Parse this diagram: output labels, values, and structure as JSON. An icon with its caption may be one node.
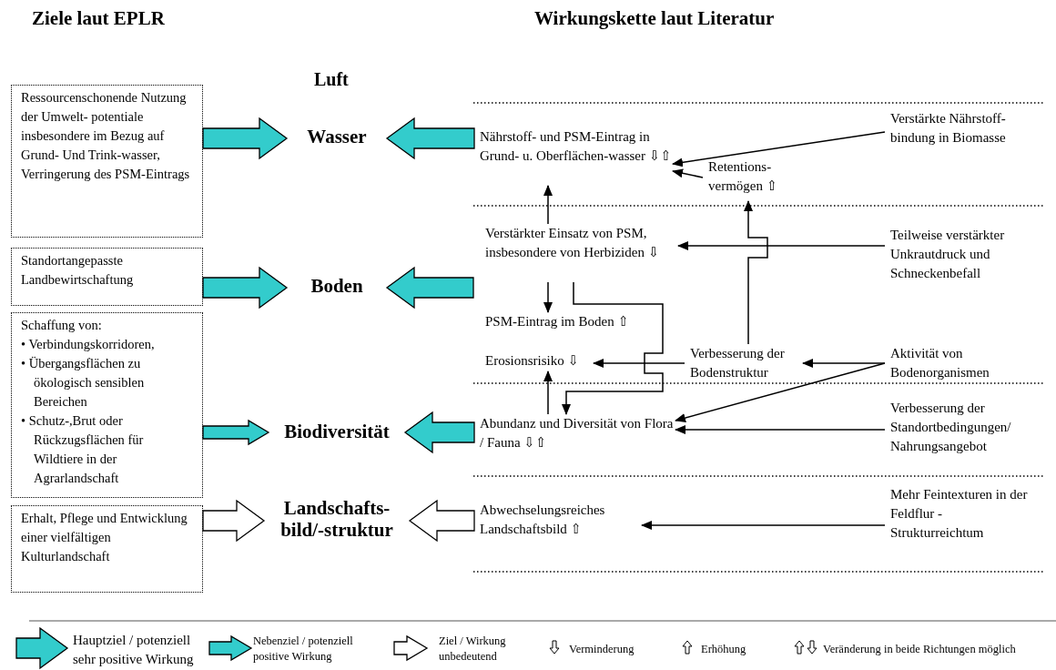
{
  "diagram": {
    "nodes": [
      {
        "text": [
          "Ressourcenschonende Nutzung der Umwelt- potentiale insbesondere im Bezug auf Grund- Und Trink-wasser, Verringerung des PSM-Eintrags"
        ]
      },
      {
        "text": [
          "Standortangepasste Landbewirtschaftung"
        ]
      },
      {
        "text": [
          "Schaffung von:",
          "• Verbindungskorridoren,",
          "• Übergangsflächen zu ökologisch sensiblen Bereichen",
          "• Schutz-,Brut oder Rückzugsflächen für Wildtiere in der Agrarlandschaft"
        ]
      },
      {
        "text": [
          "Erhalt, Pflege und Entwicklung einer vielfältigen Kulturlandschaft"
        ]
      },
      {
        "text": [
          "Wasser"
        ]
      },
      {
        "text": [
          "Boden"
        ]
      },
      {
        "text": [
          "Biodiversität"
        ]
      },
      {
        "text": [
          "Landschafts- bild/-struktur"
        ]
      },
      {
        "text": [
          "Nährstoff- und PSM-Eintrag in Grund- u. Oberflächen-wasser ⇩⇧"
        ]
      },
      {
        "text": [
          "Retentions- vermögen ⇧"
        ]
      },
      {
        "text": [
          "Verstärkte Nährstoff- bindung in Biomasse"
        ]
      },
      {
        "text": [
          "Verstärkter Einsatz von PSM, insbesondere von Herbiziden ⇩"
        ]
      },
      {
        "text": [
          "Teilweise verstärkter Unkrautdruck und Schneckenbefall"
        ]
      },
      {
        "text": [
          "PSM-Eintrag im Boden ⇧"
        ]
      },
      {
        "text": [
          "Erosionsrisiko ⇩"
        ]
      },
      {
        "text": [
          "Verbesserung der Bodenstruktur"
        ]
      },
      {
        "text": [
          "Aktivität von Bodenorganismen"
        ]
      },
      {
        "text": [
          "Abundanz und Diversität von Flora / Fauna ⇩⇧"
        ]
      },
      {
        "text": [
          "Verbesserung der Standortbedingungen/ Nahrungsangebot"
        ]
      },
      {
        "text": [
          "Abwechselungsreiches Landschaftsbild ⇧"
        ]
      },
      {
        "text": [
          "Mehr Feintexturen in der Feldflur - Strukturreichtum"
        ]
      }
    ],
    "edges": [
      {
        "from": 0,
        "to": 4,
        "arrow": "to",
        "style": "thick"
      },
      {
        "from": 8,
        "to": 4,
        "arrow": "to",
        "style": "thick"
      },
      {
        "from": 1,
        "to": 5,
        "arrow": "to",
        "style": "thick"
      },
      {
        "from": null,
        "to": 5,
        "arrow": "to",
        "style": "thick"
      },
      {
        "from": 2,
        "to": 6,
        "arrow": "to",
        "color": "#33cccc"
      },
      {
        "from": 17,
        "to": 6,
        "arrow": "to",
        "style": "thick"
      },
      {
        "from": 3,
        "to": 7,
        "arrow": "to",
        "style": "thick",
        "color": "#ffffff"
      },
      {
        "from": 19,
        "to": 7,
        "arrow": "to",
        "style": "thick",
        "color": "#ffffff"
      },
      {
        "from": 10,
        "to": 8,
        "arrow": "to"
      },
      {
        "from": 9,
        "to": 8,
        "arrow": "to"
      },
      {
        "from": 11,
        "to": 8,
        "arrow": "to"
      },
      {
        "from": 12,
        "to": 11,
        "arrow": "to"
      },
      {
        "from": 15,
        "to": 9,
        "arrow": "to"
      },
      {
        "from": 11,
        "to": 13,
        "arrow": "to"
      },
      {
        "from": 11,
        "to": 17,
        "arrow": "to"
      },
      {
        "from": 15,
        "to": 14,
        "arrow": "to"
      },
      {
        "from": 17,
        "to": 14,
        "arrow": "to"
      },
      {
        "from": 16,
        "to": 15,
        "arrow": "to"
      },
      {
        "from": 16,
        "to": 17,
        "arrow": "to"
      },
      {
        "from": 18,
        "to": 17,
        "arrow": "to"
      },
      {
        "from": 20,
        "to": 19,
        "arrow": "to"
      }
    ],
    "labels": [
      "Ziele laut EPLR",
      "Wirkungskette laut Literatur",
      "Luft"
    ],
    "legend": [
      {
        "text": "Hauptziel / potenziell sehr positive Wirkung"
      },
      {
        "text": "Nebenziel / potenziell positive Wirkung"
      },
      {
        "text": "Ziel / Wirkung unbedeutend"
      },
      {
        "text": "Verminderung"
      },
      {
        "text": "Erhöhung"
      },
      {
        "text": "Veränderung in beide Richtungen möglich"
      }
    ]
  }
}
